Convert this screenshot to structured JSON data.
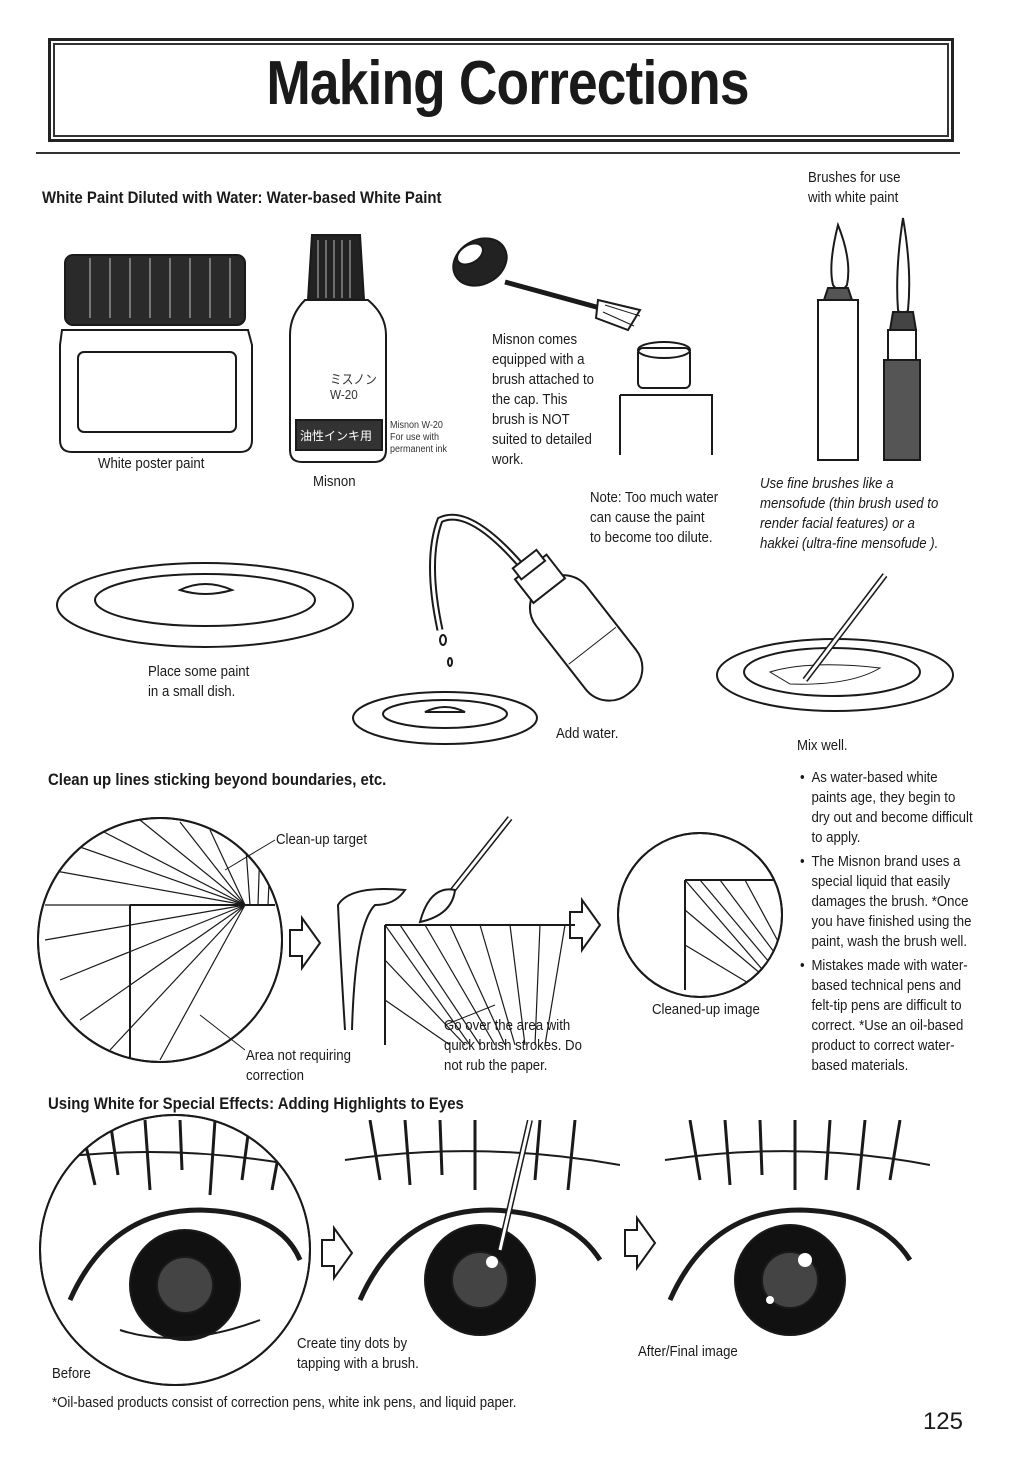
{
  "title": "Making Corrections",
  "section1": {
    "heading": "White Paint Diluted with Water: Water-based White Paint",
    "brushes_caption": "Brushes for use\nwith white paint",
    "poster_paint_label": "White poster paint",
    "misnon_label": "Misnon",
    "misnon_bottle_text": "ミスノン\nW-20",
    "misnon_note": "Misnon W-20\nFor use with\npermanent ink",
    "misnon_brush_note": "Misnon comes\nequipped with a\nbrush attached to\nthe cap. This\nbrush is NOT\nsuited to detailed\nwork.",
    "water_note": "Note: Too much water\ncan cause the paint\nto become too dilute.",
    "fine_brushes_note": "Use fine brushes like a\nmensofude (thin brush used to\nrender facial features) or a\nhakkei (ultra-fine mensofude ).",
    "dish_caption": "Place some paint\nin a small dish.",
    "add_water": "Add water.",
    "mix_well": "Mix well."
  },
  "section2": {
    "heading": "Clean up lines sticking beyond boundaries, etc.",
    "cleanup_target": "Clean-up target",
    "area_not_requiring": "Area not requiring\ncorrection",
    "go_over": "Go over the area with\nquick brush strokes. Do\nnot rub the paper.",
    "cleaned_up": "Cleaned-up image",
    "bullets": [
      "As water-based white paints age, they begin to dry out and become difficult to apply.",
      "The Misnon brand uses a special liquid that easily damages the brush. *Once you have finished using the paint, wash the brush well.",
      "Mistakes made with water-based technical pens and felt-tip pens are difficult to correct. *Use an oil-based product to correct water-based materials."
    ]
  },
  "section3": {
    "heading": "Using White for Special Effects: Adding Highlights to Eyes",
    "before": "Before",
    "create_dots": "Create tiny dots by\ntapping with a brush.",
    "after": "After/Final image"
  },
  "footnote": "*Oil-based products consist of correction pens, white ink pens, and liquid paper.",
  "page_number": "125"
}
